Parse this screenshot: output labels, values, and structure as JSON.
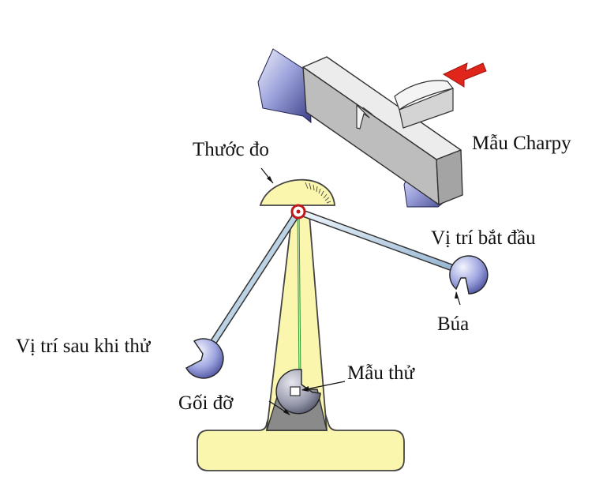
{
  "labels": {
    "specimen_charpy": "Mẫu Charpy",
    "scale": "Thước đo",
    "start_position": "Vị trí bắt đầu",
    "hammer": "Búa",
    "after_test_position": "Vị trí sau khi thử",
    "test_specimen": "Mẫu thử",
    "support": "Gối đỡ"
  },
  "colors": {
    "frame": "#fbf6ae",
    "arm": "#bcd3e6",
    "hammer": "#9fa6e0",
    "specimen": "#d6d6d6",
    "arrow": "#e0261b",
    "pivot": "#c0171b",
    "pointer": "#2e9a2e"
  },
  "icons": {
    "impact_arrow": "red-arrow-icon"
  }
}
